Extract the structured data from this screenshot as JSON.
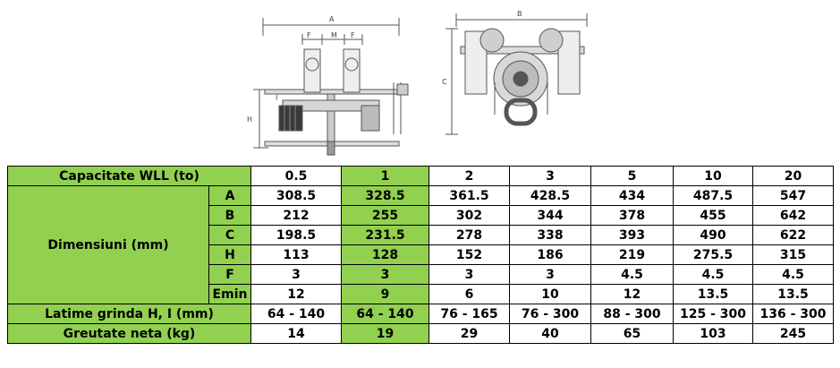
{
  "drawings": {
    "side_view": {
      "labels": {
        "A": "A",
        "F1": "F",
        "M": "M",
        "F2": "F",
        "H": "H",
        "I": "I"
      }
    },
    "front_view": {
      "labels": {
        "B": "B",
        "C": "C"
      }
    }
  },
  "table": {
    "header_label": "Capacitate WLL (to)",
    "capacities": [
      "0.5",
      "1",
      "2",
      "3",
      "5",
      "10",
      "20"
    ],
    "dimensions_label": "Dimensiuni (mm)",
    "dimension_rows": [
      {
        "key": "A",
        "values": [
          "308.5",
          "328.5",
          "361.5",
          "428.5",
          "434",
          "487.5",
          "547"
        ]
      },
      {
        "key": "B",
        "values": [
          "212",
          "255",
          "302",
          "344",
          "378",
          "455",
          "642"
        ]
      },
      {
        "key": "C",
        "values": [
          "198.5",
          "231.5",
          "278",
          "338",
          "393",
          "490",
          "622"
        ]
      },
      {
        "key": "H",
        "values": [
          "113",
          "128",
          "152",
          "186",
          "219",
          "275.5",
          "315"
        ]
      },
      {
        "key": "F",
        "values": [
          "3",
          "3",
          "3",
          "3",
          "4.5",
          "4.5",
          "4.5"
        ]
      },
      {
        "key": "Emin",
        "values": [
          "12",
          "9",
          "6",
          "10",
          "12",
          "13.5",
          "13.5"
        ]
      }
    ],
    "beam_width_label": "Latime grinda H, I (mm)",
    "beam_width_values": [
      "64 - 140",
      "64 - 140",
      "76 - 165",
      "76 - 300",
      "88 - 300",
      "125 - 300",
      "136 - 300"
    ],
    "net_weight_label": "Greutate neta (kg)",
    "net_weight_values": [
      "14",
      "19",
      "29",
      "40",
      "65",
      "103",
      "245"
    ],
    "colors": {
      "highlight": "#92d050",
      "border": "#000000"
    }
  }
}
